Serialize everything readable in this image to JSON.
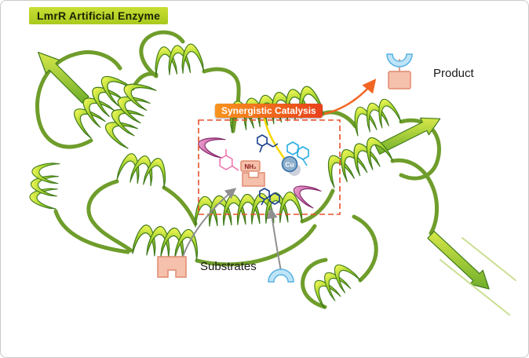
{
  "figure": {
    "title_label": "LmrR Artificial Enzyme",
    "catalysis_label": "Synergistic Catalysis",
    "product_label": "Product",
    "substrates_label": "Substrates",
    "copper_ion_label": "Cu",
    "amine_tag_label": "NH₂"
  },
  "colors": {
    "ribbon_green": "#8dc63f",
    "ribbon_highlight": "#eef75a",
    "ribbon_dark": "#3f7a1a",
    "loop_olive": "#6f9d2b",
    "title_bg": "#a9c91f",
    "catalysis_orange": "#f7941d",
    "catalysis_red": "#e8401c",
    "active_site_dash": "#e8502a",
    "substrate_pink": "#f5c0ac",
    "substrate_pink_border": "#e08a6e",
    "crescent_blue": "#bfe4f7",
    "crescent_blue_border": "#56b2e4",
    "arrow_gray": "#8f8f8f",
    "arrow_orange": "#f26522",
    "molecule_navy": "#1b3f8f",
    "molecule_cyan": "#29abe2",
    "molecule_pink": "#f06eaa",
    "copper_fill": "#8fb0cc",
    "copper_border": "#2e6da8"
  }
}
